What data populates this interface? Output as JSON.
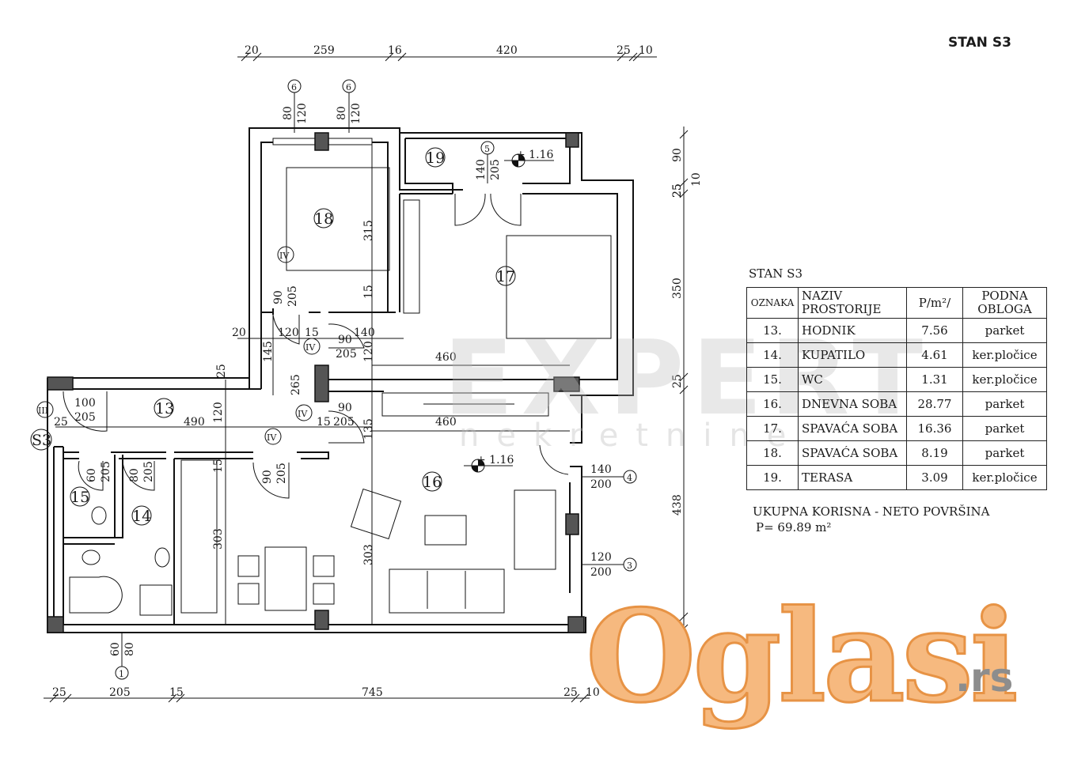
{
  "title": "STAN S3",
  "legend": {
    "title": "STAN S3",
    "headers": [
      "OZNAKA",
      "NAZIV PROSTORIJE",
      "P/m²/",
      "PODNA OBLOGA"
    ],
    "rows": [
      [
        "13.",
        "HODNIK",
        "7.56",
        "parket"
      ],
      [
        "14.",
        "KUPATILO",
        "4.61",
        "ker.pločice"
      ],
      [
        "15.",
        "WC",
        "1.31",
        "ker.pločice"
      ],
      [
        "16.",
        "DNEVNA SOBA",
        "28.77",
        "parket"
      ],
      [
        "17.",
        "SPAVAĆA SOBA",
        "16.36",
        "parket"
      ],
      [
        "18.",
        "SPAVAĆA SOBA",
        "8.19",
        "parket"
      ],
      [
        "19.",
        "TERASA",
        "3.09",
        "ker.pločice"
      ]
    ],
    "total_label": "UKUPNA KORISNA - NETO POVRŠINA",
    "total_value": "P= 69.89 m²"
  },
  "dims": {
    "top": [
      "20",
      "259",
      "16",
      "420",
      "25",
      "10"
    ],
    "bottom": [
      "25",
      "205",
      "15",
      "745",
      "25",
      "10"
    ],
    "right": [
      "90",
      "25",
      "10",
      "350",
      "25",
      "438",
      "10",
      "25"
    ],
    "windows": [
      "80",
      "120",
      "80",
      "120"
    ],
    "terrace_door": [
      "140",
      "205"
    ],
    "living_window_top": [
      "140",
      "200"
    ],
    "living_window_bottom": [
      "120",
      "200"
    ],
    "bottom_window": [
      "60",
      "80"
    ],
    "room18_h": "315",
    "door18": [
      "90",
      "205"
    ],
    "d15a": "15",
    "hall_row": [
      "20",
      "120",
      "15",
      "140"
    ],
    "door_iv_mid": [
      "90",
      "205"
    ],
    "d120_vert": "120",
    "d460_a": "460",
    "d145": "145",
    "d265": "265",
    "d25_left": "25",
    "d120_left": "120",
    "door_iv_lower": [
      "90",
      "205"
    ],
    "d135": "135",
    "d15_lower": "15",
    "d460_b": "460",
    "entry_door": [
      "100",
      "205"
    ],
    "d25_entry": "25",
    "d490": "490",
    "door15": [
      "60",
      "205"
    ],
    "door14": [
      "80",
      "205"
    ],
    "d15_14": "15",
    "door16": [
      "90",
      "205"
    ],
    "d303_a": "303",
    "d303_b": "303",
    "level_1": "+ 1.16",
    "level_2": "+ 1.16",
    "d25_right_mid": "25"
  },
  "rooms": [
    "13",
    "14",
    "15",
    "16",
    "17",
    "18",
    "19"
  ],
  "markers": {
    "window_6a": "6",
    "window_6b": "6",
    "door_5": "5",
    "window_4": "4",
    "window_3": "3",
    "window_1": "1",
    "door_iv_a": "IV",
    "door_iv_b": "IV",
    "door_iv_c": "IV",
    "door_iv_d": "IV",
    "door_iii": "III",
    "entrance": "S3"
  },
  "watermark": {
    "brand": "EXPERT",
    "sub": "nekretnine"
  },
  "logo": {
    "main": "Oglasi",
    "tld": ".rs"
  }
}
